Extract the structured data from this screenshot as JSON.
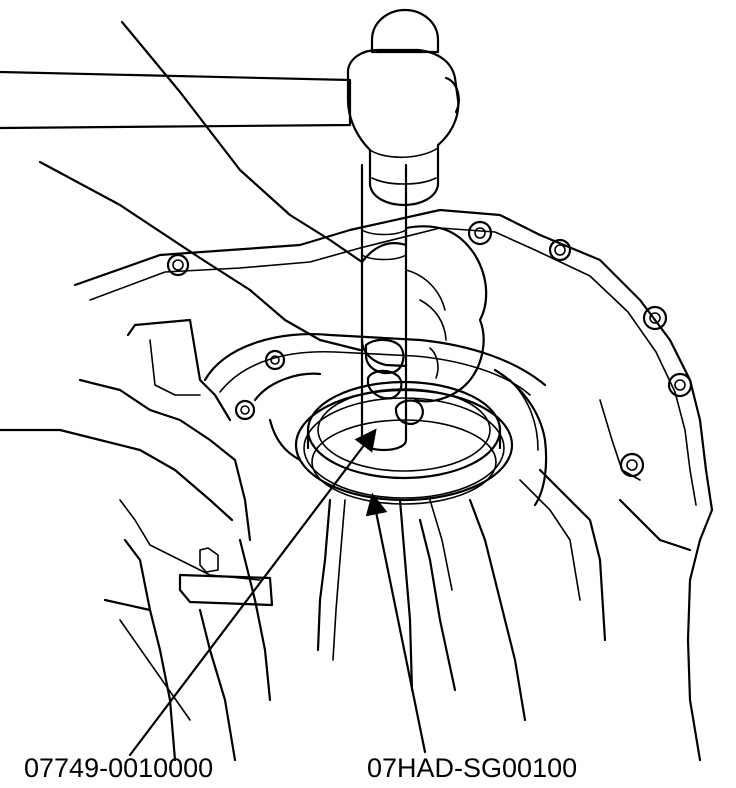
{
  "callouts": [
    {
      "id": "driver-handle",
      "text": "07749-0010000"
    },
    {
      "id": "seal-attachment",
      "text": "07HAD-SG00100"
    }
  ],
  "colors": {
    "ink": "#000000",
    "background": "#ffffff"
  }
}
